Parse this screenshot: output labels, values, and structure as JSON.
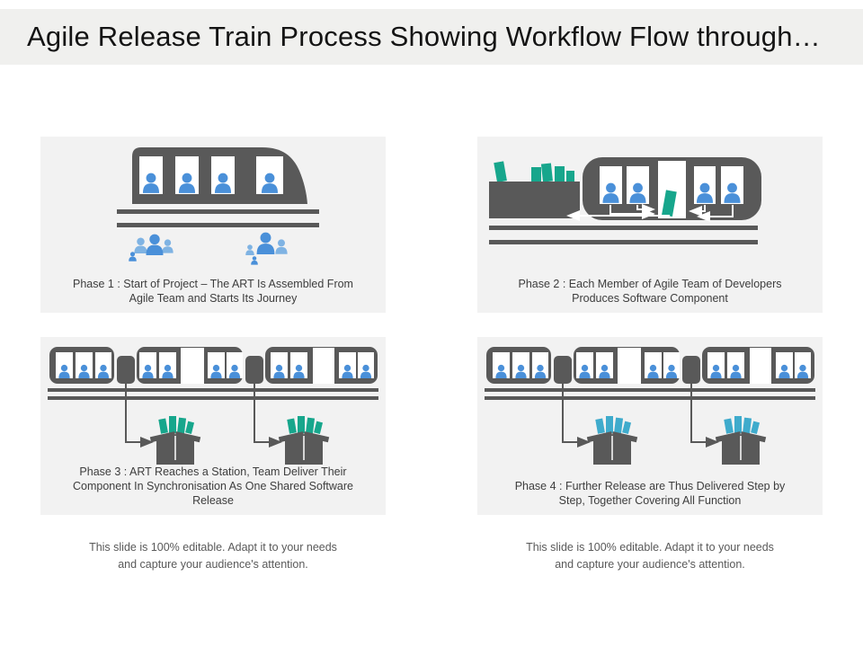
{
  "title": "Agile Release Train Process Showing Workflow Flow through…",
  "colors": {
    "title_bar_bg": "#f0f0ee",
    "panel_bg": "#f2f2f2",
    "train_gray": "#595959",
    "person_blue": "#4a90d9",
    "person_blue_light": "#7fb3e3",
    "teal": "#17a68c",
    "release_blue": "#3fabcc",
    "caption_text": "#3d3d3d",
    "note_text": "#595959",
    "title_text": "#141414"
  },
  "phases": [
    {
      "caption": "Phase 1 : Start of Project – The ART Is Assembled From\nAgile Team and Starts Its Journey"
    },
    {
      "caption": "Phase 2 : Each Member of Agile Team of Developers\nProduces Software Component"
    },
    {
      "caption": "Phase 3 : ART Reaches a Station, Team Deliver Their\nComponent In Synchronisation As One Shared Software\nRelease"
    },
    {
      "caption": "Phase 4 : Further Release are Thus Delivered Step by\nStep, Together Covering All Function"
    }
  ],
  "notes": {
    "left": "This slide is 100% editable. Adapt it to your needs\nand capture your audience's attention.",
    "right": "This slide is 100% editable. Adapt it to your needs\nand capture your audience's attention."
  }
}
